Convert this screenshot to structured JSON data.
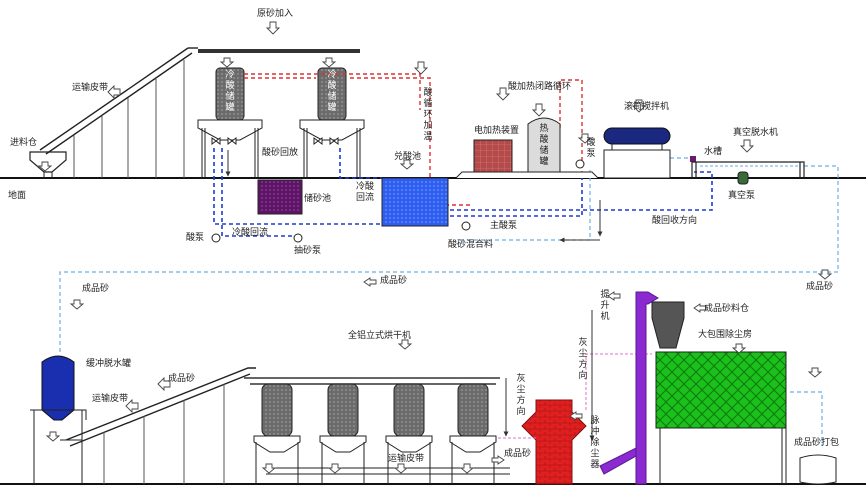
{
  "labels": {
    "raw_sand_input": "原砂加入",
    "conveyor_belt_top": "运输皮带",
    "feed_bin": "进料仓",
    "ground": "地面",
    "cold_acid_tank_1": "冷酸储罐",
    "cold_acid_tank_2": "冷酸储罐",
    "acid_circulation_heating": "酸循环加温",
    "acid_heating_loop": "酸加热闭路循环",
    "electric_heater": "电加热装置",
    "hot_acid_tank": "热酸储罐",
    "acid_pump_right": "酸泵",
    "drum_mixer": "滚筒搅拌机",
    "vacuum_dewatering_machine": "真空脱水机",
    "water_trough": "水槽",
    "vacuum_pump": "真空泵",
    "acid_sand_return": "酸砂回放",
    "sand_storage_pool": "储砂池",
    "cold_acid_return": "冷酸回流",
    "acid_mixing_pool": "兑酸池",
    "main_acid_pump": "主酸泵",
    "acid_pump_left": "酸泵",
    "cold_acid_return_2": "冷酸回流",
    "sand_pump": "抽砂泵",
    "acid_sand_mixture": "酸砂混合料",
    "acid_return_direction": "酸回收方向",
    "finished_sand_mid": "成品砂",
    "finished_sand_left": "成品砂",
    "finished_sand_right": "成品砂",
    "buffer_dewatering_tank": "缓冲脱水罐",
    "conveyor_belt_bottom_left": "运输皮带",
    "finished_sand_incline": "成品砂",
    "aluminum_dryer": "全铝立式烘干机",
    "conveyor_belt_bottom": "运输皮带",
    "finished_sand_bottom": "成品砂",
    "dust_direction_1": "灰尘方向",
    "dust_direction_2": "灰尘方向",
    "pulse_dust_collector": "脉冲除尘器",
    "elevator": "提升机",
    "finished_sand_bin": "成品砂料仓",
    "big_bag_dust_room": "大包围除尘房",
    "finished_sand_packing": "成品砂打包"
  },
  "colors": {
    "acid_red_dashed": "#e03030",
    "blue_dashed": "#1e3cd0",
    "light_blue_dashed": "#6aaee6",
    "tank_gray": "#7a7a7a",
    "mix_pool_blue": "#2f5ff0",
    "sand_pool_purple": "#6a1a70",
    "heater_red": "#b84a4a",
    "drum_navy": "#1a2880",
    "buffer_tank_blue": "#1a2fb0",
    "dust_collector_red": "#e02020",
    "elevator_purple": "#8a2ad0",
    "dust_room_green": "#18c018"
  },
  "icons": {
    "arrow": "outline-arrow-icon",
    "pump": "pump-circle-icon",
    "valve": "bowtie-valve-icon"
  }
}
